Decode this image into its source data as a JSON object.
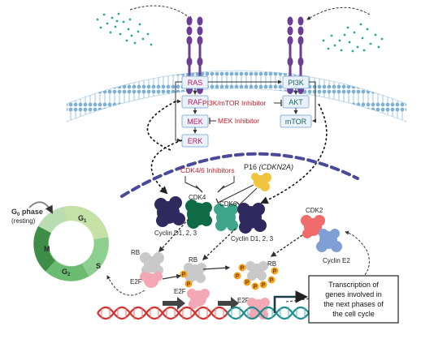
{
  "signaling": {
    "left": [
      "RAS",
      "RAF",
      "MEK",
      "ERK"
    ],
    "right": [
      "PI3K",
      "AKT",
      "mTOR"
    ]
  },
  "inhibitors": {
    "pi3k_mtor": "PI3K/mTOR Inhibitor",
    "mek": "MEK Inhibitor",
    "cdk46": "CDK4/6 Inhibitors"
  },
  "p16": {
    "name": "P16",
    "gene": "(CDKN2A)"
  },
  "complexes": {
    "cdk4": "CDK4",
    "cdk6": "CDK6",
    "cyclin_d_left": "Cyclin D1, 2, 3",
    "cyclin_d_right": "Cyclin D1, 2, 3",
    "cdk2": "CDK2",
    "cyclin_e": "Cyclin E2"
  },
  "rb_labels": [
    "RB",
    "RB",
    "RB"
  ],
  "e2f_labels": [
    "E2F",
    "E2F",
    "E2F"
  ],
  "phosphate": "P",
  "cell_cycle": {
    "g0_letter": "G",
    "g0_sub": "0",
    "g0_rest": " phase",
    "g0_note": "(resting)",
    "g1_letter": "G",
    "g1_sub": "1",
    "s": "S",
    "g2_letter": "G",
    "g2_sub": "2",
    "m": "M"
  },
  "transcription": [
    "Transcription of",
    "genes involved in",
    "the next phases of",
    "the cell cycle"
  ],
  "colors": {
    "pink_text": "#c2185b",
    "teal_text": "#1a6a5a",
    "inhibitor_red": "#c0202a",
    "receptor_purple": "#6a3f95",
    "cdk4_green": "#0f6b45",
    "cyclin_navy": "#2e2a5e",
    "cdk6_teal": "#3ea58a",
    "p16_yellow": "#f0c43c",
    "cdk2_red": "#f06b6b",
    "cyclin_e_blue": "#7f9fd6",
    "rb_grey": "#c9c9c9",
    "e2f_pink": "#f4a7b4",
    "phosphate_orange": "#f3a31b",
    "dna_red": "#d32f2f",
    "dna_teal": "#1f8c8c",
    "membrane_blue": "#7fb0d6"
  }
}
